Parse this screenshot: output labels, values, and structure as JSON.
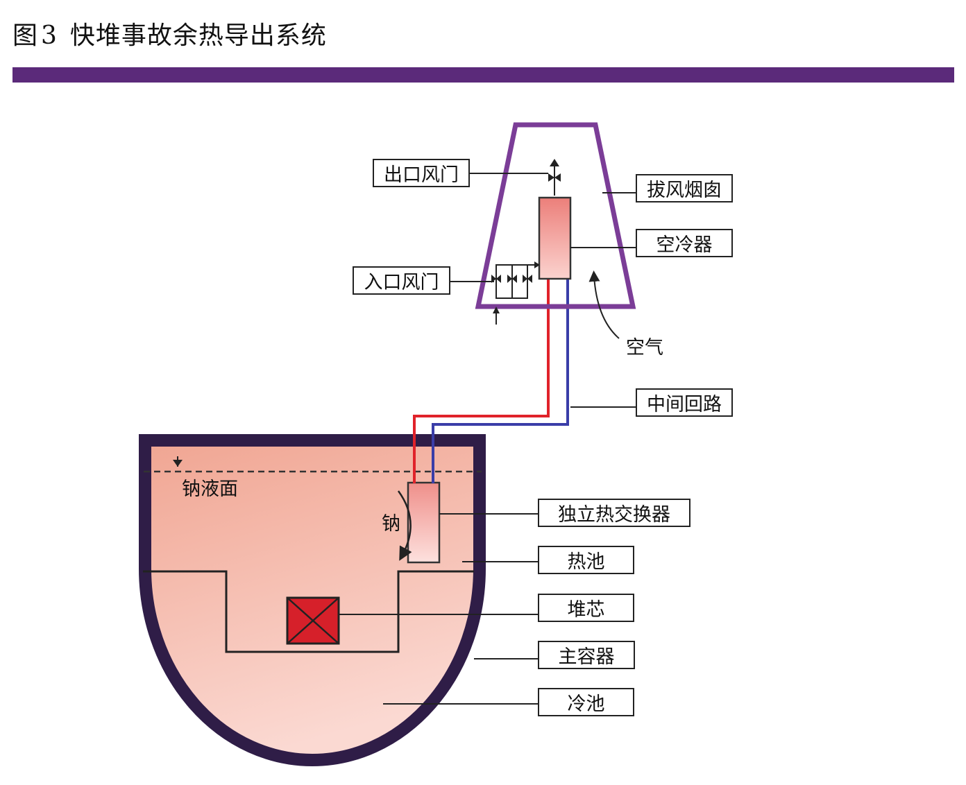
{
  "figure": {
    "label": "图",
    "number": "3",
    "title": "快堆事故余热导出系统"
  },
  "colors": {
    "accent_bar": "#5b2a7a",
    "chimney": "#7b3d97",
    "vessel_wall": "#2f1d47",
    "sodium_fill": "#f3a89a",
    "hot_leg": "#e0222a",
    "cold_leg": "#3a3da8",
    "core": "#d6202a"
  },
  "labels": {
    "outlet_damper": "出口风门",
    "chimney": "拔风烟囱",
    "air_cooler": "空冷器",
    "inlet_damper": "入口风门",
    "air": "空气",
    "intermediate_loop": "中间回路",
    "sodium_level": "钠液面",
    "sodium": "钠",
    "ihx": "独立热交换器",
    "hot_pool": "热池",
    "core": "堆芯",
    "main_vessel": "主容器",
    "cold_pool": "冷池"
  }
}
